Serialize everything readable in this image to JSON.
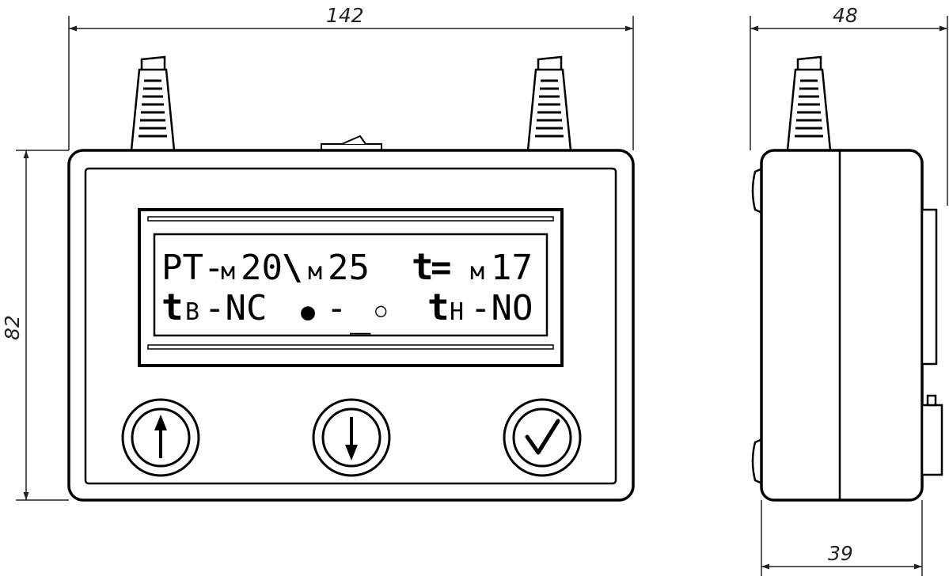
{
  "dimensions": {
    "front_width": "142",
    "height": "82",
    "side_depth_top": "48",
    "side_depth_bottom": "39"
  },
  "display": {
    "line1": {
      "prefix": "PT-",
      "minus_a": "м",
      "value_a": "20",
      "separator": "\\",
      "minus_b": "м",
      "value_b": "25",
      "t_symbol": "t",
      "equals": "=",
      "minus_t": "м",
      "value_t": "17"
    },
    "line2": {
      "tb_symbol": "t",
      "tb_sub": "В",
      "tb_state": "-NC",
      "dot_filled": "●",
      "dash": "-",
      "underscore": "_",
      "dot_hollow": "○",
      "th_symbol": "t",
      "th_sub": "Н",
      "th_state": "-NO"
    }
  },
  "buttons": [
    {
      "name": "up",
      "icon": "arrow-up-icon"
    },
    {
      "name": "down",
      "icon": "arrow-down-icon"
    },
    {
      "name": "confirm",
      "icon": "checkmark-icon"
    }
  ]
}
